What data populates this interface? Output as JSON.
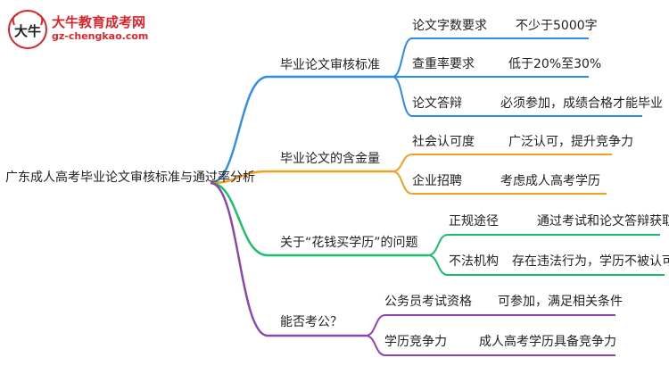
{
  "watermark": {
    "brand_cn": "大牛教育成考网",
    "brand_url": "gz-chengkao.com",
    "logo_glyphs": "大牛"
  },
  "colors": {
    "blue": "#2d8cf0",
    "orange": "#f0a020",
    "green": "#19be6b",
    "purple": "#8e44ad"
  },
  "root": {
    "label": "广东成人高考毕业论文审核标准与通过率分析"
  },
  "branches": [
    {
      "label": "毕业论文审核标准",
      "color": "blue",
      "children": [
        {
          "label": "论文字数要求",
          "detail": "不少于5000字"
        },
        {
          "label": "查重率要求",
          "detail": "低于20%至30%"
        },
        {
          "label": "论文答辩",
          "detail": "必须参加，成绩合格才能毕业"
        }
      ]
    },
    {
      "label": "毕业论文的含金量",
      "color": "orange",
      "children": [
        {
          "label": "社会认可度",
          "detail": "广泛认可，提升竞争力"
        },
        {
          "label": "企业招聘",
          "detail": "考虑成人高考学历"
        }
      ]
    },
    {
      "label": "关于“花钱买学历”的问题",
      "color": "green",
      "children": [
        {
          "label": "正规途径",
          "detail": "通过考试和论文答辩获取"
        },
        {
          "label": "不法机构",
          "detail": "存在违法行为，学历不被认可"
        }
      ]
    },
    {
      "label": "能否考公？",
      "color": "purple",
      "children": [
        {
          "label": "公务员考试资格",
          "detail": "可参加，满足相关条件"
        },
        {
          "label": "学历竞争力",
          "detail": "成人高考学历具备竞争力"
        }
      ]
    }
  ]
}
